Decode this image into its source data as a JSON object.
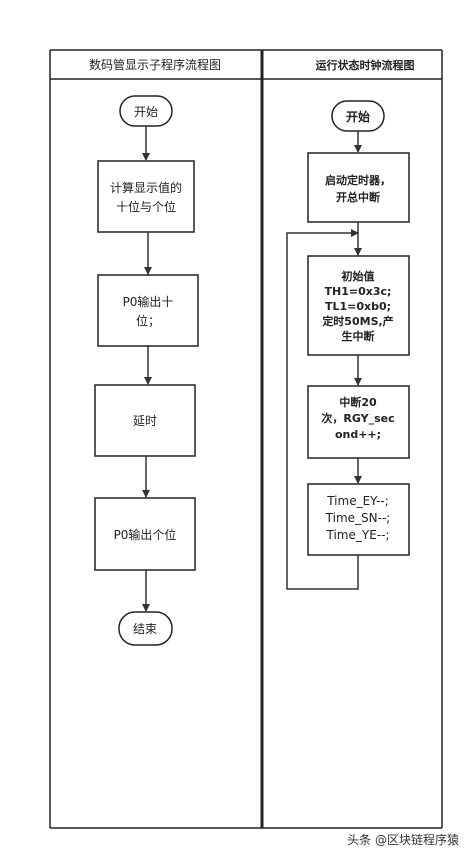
{
  "lanes": {
    "left_title": "数码管显示子程序流程图",
    "right_title": "运行状态时钟流程图"
  },
  "left_flow": {
    "start": "开始",
    "step1": [
      "计算显示值的",
      "十位与个位"
    ],
    "step2": [
      "P0输出十",
      "位；"
    ],
    "step3": "延时",
    "step4": "P0输出个位",
    "end": "结束"
  },
  "right_flow": {
    "start": "开始",
    "step1": [
      "启动定时器，",
      "开总中断"
    ],
    "step2": [
      "初始值",
      "TH1=0x3c;",
      "TL1=0xb0;",
      "定时50MS,产",
      "生中断"
    ],
    "step3": [
      "中断20",
      "次，RGY_sec",
      "ond++;"
    ],
    "step4": [
      "Time_EY--;",
      "Time_SN--;",
      "Time_YE--;"
    ]
  },
  "watermark": "头条 @区块链程序猿"
}
